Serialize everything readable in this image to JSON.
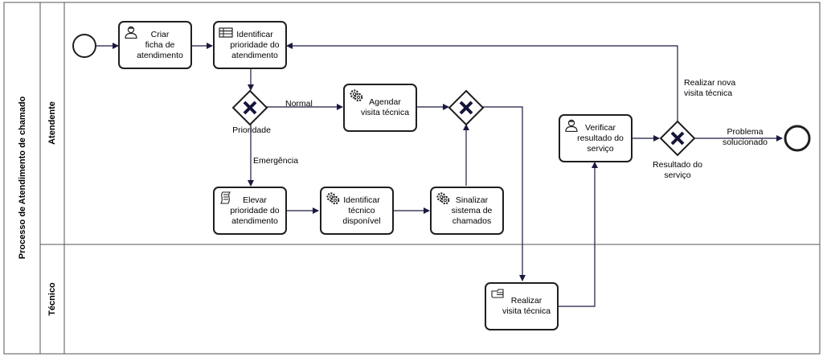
{
  "pool": {
    "title": "Processo de Atendimento de chamado"
  },
  "lanes": [
    {
      "title": "Atendente"
    },
    {
      "title": "Técnico"
    }
  ],
  "tasks": {
    "criar_ficha": {
      "label": "Criar\nficha de\natendimento",
      "icon": "user-icon"
    },
    "identificar_prioridade": {
      "label": "Identificar\nprioridade do\natendimento",
      "icon": "table-icon"
    },
    "agendar_visita": {
      "label": "Agendar\nvisita técnica",
      "icon": "gear-icon"
    },
    "elevar_prioridade": {
      "label": "Elevar\nprioridade do\natendimento",
      "icon": "script-icon"
    },
    "identificar_tecnico": {
      "label": "Identificar\ntécnico\ndisponível",
      "icon": "gear-icon"
    },
    "sinalizar_sistema": {
      "label": "Sinalizar\nsistema de\nchamados",
      "icon": "gear-icon"
    },
    "verificar_resultado": {
      "label": "Verificar\nresultado do\nserviço",
      "icon": "user-icon"
    },
    "realizar_visita": {
      "label": "Realizar\nvisita técnica",
      "icon": "manual-icon"
    }
  },
  "gateways": {
    "prioridade": {
      "label": "Prioridade"
    },
    "resultado": {
      "label": "Resultado do\nserviço"
    }
  },
  "flows": {
    "normal": "Normal",
    "emergencia": "Emergência",
    "realizar_nova": "Realizar nova\nvisita técnica",
    "problema_solucionado": "Problema\nsolucionado"
  },
  "colors": {
    "stroke": "#1f1f1f",
    "gateway_marker": "#15153a",
    "arrow": "#1a1a40",
    "lane_border": "#555555"
  }
}
